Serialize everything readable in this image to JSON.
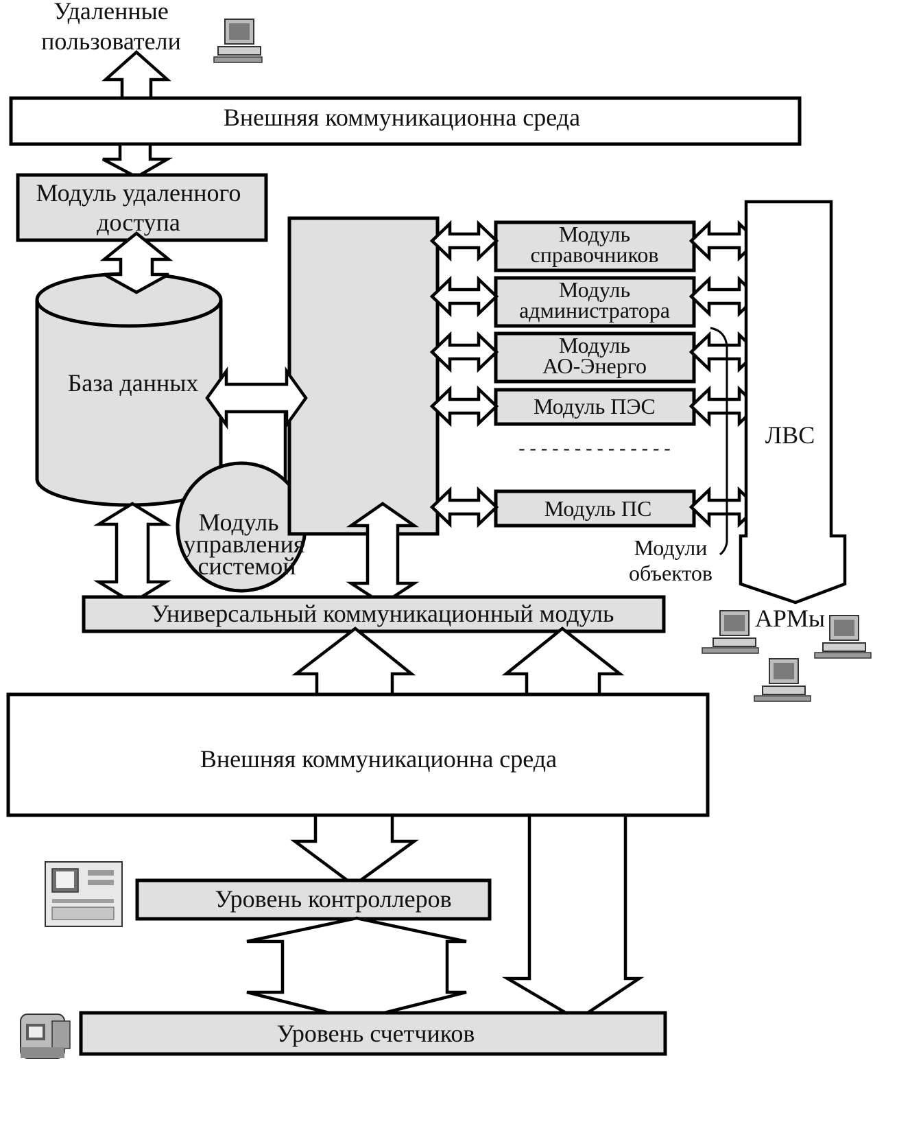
{
  "colors": {
    "box_fill": "#e0e0e0",
    "white": "#ffffff",
    "stroke": "#000000",
    "text": "#111111"
  },
  "icons": [
    "computer-icon",
    "controller-device-icon",
    "meter-device-icon"
  ],
  "labels": {
    "remote_users_1": "Удаленные",
    "remote_users_2": "пользователи",
    "ext_comm_top": "Внешняя коммуникационна среда",
    "remote_access_1": "Модуль удаленного",
    "remote_access_2": "доступа",
    "database": "База данных",
    "sys_mgmt_1": "Модуль",
    "sys_mgmt_2": "управления",
    "sys_mgmt_3": "системой",
    "mod_ref_1": "Модуль",
    "mod_ref_2": "справочников",
    "mod_admin_1": "Модуль",
    "mod_admin_2": "администратора",
    "mod_ao_1": "Модуль",
    "mod_ao_2": "АО-Энерго",
    "mod_pes": "Модуль ПЭС",
    "dots": "- - - - - - - - - - - - - -",
    "mod_ps": "Модуль ПС",
    "lan": "ЛВС",
    "object_modules_1": "Модули",
    "object_modules_2": "объектов",
    "workstations": "АРМы",
    "universal_comm": "Универсальный коммуникационный модуль",
    "ext_comm_bottom": "Внешняя коммуникационна среда",
    "controllers_level": "Уровень контроллеров",
    "meters_level": "Уровень счетчиков"
  }
}
